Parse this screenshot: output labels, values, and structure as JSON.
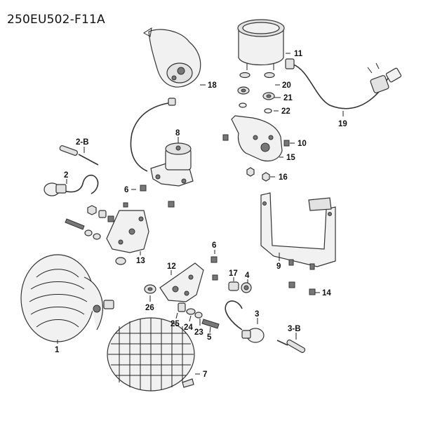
{
  "diagram": {
    "code": "250EU502-F11A",
    "callouts": [
      "1",
      "2",
      "2-B",
      "3",
      "3-B",
      "4",
      "5",
      "6",
      "6",
      "7",
      "8",
      "9",
      "10",
      "11",
      "12",
      "13",
      "14",
      "15",
      "16",
      "17",
      "18",
      "19",
      "20",
      "21",
      "22",
      "23",
      "24",
      "25",
      "26"
    ]
  }
}
